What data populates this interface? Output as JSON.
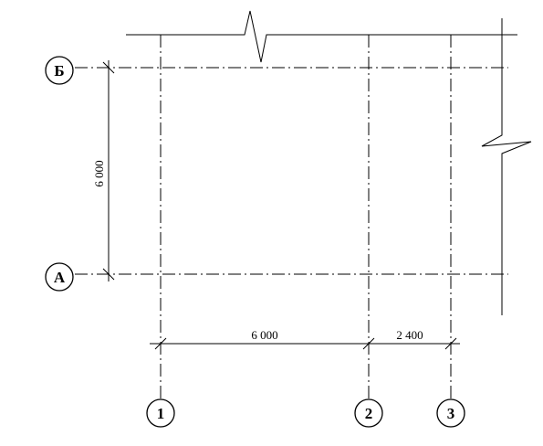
{
  "grid_axes": {
    "letters": [
      "Б",
      "А"
    ],
    "numbers": [
      "1",
      "2",
      "3"
    ]
  },
  "dimensions": {
    "horizontal": [
      "6 000",
      "2 400"
    ],
    "vertical": [
      "6 000"
    ]
  },
  "colors": {
    "lines": "#000000",
    "background": "#ffffff"
  },
  "icons": {
    "top_break": "break-line-icon",
    "right_break": "break-line-icon"
  }
}
